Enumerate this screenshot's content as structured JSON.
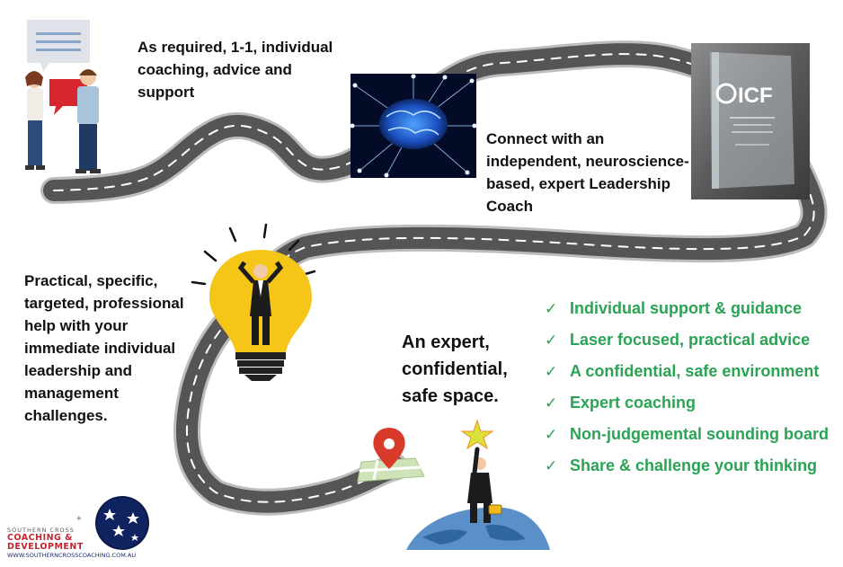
{
  "captions": {
    "individual": "As required, 1-1, individual coaching, advice and support",
    "connect": "Connect with an independent, neuroscience-based, expert Leadership Coach",
    "practical": "Practical, specific, targeted, professional help with your immediate individual leadership and management challenges.",
    "expert": "An expert, confidential, safe space."
  },
  "benefits": [
    "Individual support & guidance",
    "Laser focused, practical advice",
    "A confidential, safe environment",
    "Expert coaching",
    "Non-judgemental sounding board",
    "Share & challenge your thinking"
  ],
  "check_mark": "✓",
  "award": {
    "brand": "ICF"
  },
  "logo": {
    "line1": "SOUTHERN CROSS",
    "line2": "COACHING &",
    "line3": "DEVELOPMENT",
    "url": "WWW.SOUTHERNCROSSCOACHING.COM.AU"
  },
  "colors": {
    "road": "#555555",
    "road_edge": "#bdbdbd",
    "accent_green": "#2aa354",
    "bulb": "#f5c518",
    "pin": "#d93b2b",
    "logo_red": "#c4262e",
    "logo_navy": "#1e2a6e"
  }
}
